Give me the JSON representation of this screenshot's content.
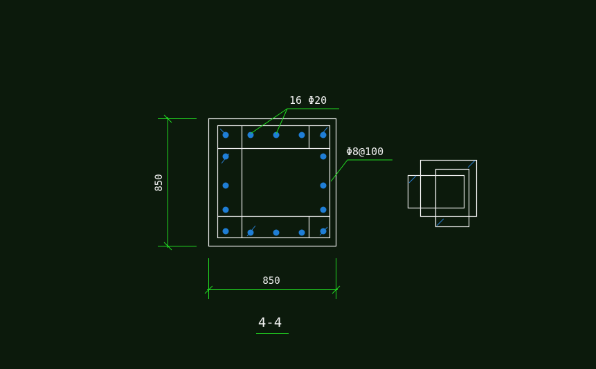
{
  "drawing": {
    "background_color": "#0c1a0c",
    "outline_color": "#eeeeee",
    "dimension_color": "#22dd22",
    "rebar_color": "#1f7ed6",
    "section_label": "4-4",
    "main_rebar_label": "16 Φ20",
    "stirrup_label": "Φ8@100",
    "width_dimension": "850",
    "height_dimension": "850"
  }
}
